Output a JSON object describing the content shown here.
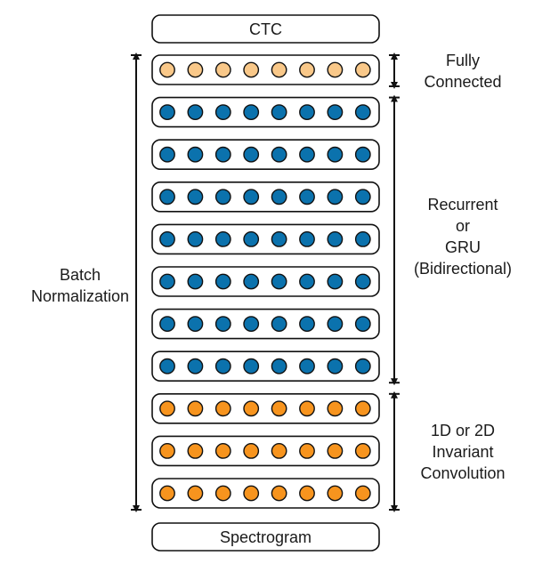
{
  "diagram": {
    "top_block": "CTC",
    "bottom_block": "Spectrogram",
    "neurons_per_layer": 8,
    "layers": [
      {
        "type": "fully-connected",
        "color": "#F9C889"
      },
      {
        "type": "recurrent",
        "color": "#0B72AD"
      },
      {
        "type": "recurrent",
        "color": "#0B72AD"
      },
      {
        "type": "recurrent",
        "color": "#0B72AD"
      },
      {
        "type": "recurrent",
        "color": "#0B72AD"
      },
      {
        "type": "recurrent",
        "color": "#0B72AD"
      },
      {
        "type": "recurrent",
        "color": "#0B72AD"
      },
      {
        "type": "recurrent",
        "color": "#0B72AD"
      },
      {
        "type": "convolution",
        "color": "#F7941E"
      },
      {
        "type": "convolution",
        "color": "#F7941E"
      },
      {
        "type": "convolution",
        "color": "#F7941E"
      }
    ],
    "left_bracket": {
      "label_lines": [
        "Batch",
        "Normalization"
      ],
      "spans": "all-layers"
    },
    "right_brackets": [
      {
        "label_lines": [
          "Fully",
          "Connected"
        ],
        "group": "fully-connected"
      },
      {
        "label_lines": [
          "Recurrent",
          "or",
          "GRU",
          "(Bidirectional)"
        ],
        "group": "recurrent"
      },
      {
        "label_lines": [
          "1D or 2D",
          "Invariant",
          "Convolution"
        ],
        "group": "convolution"
      }
    ]
  }
}
